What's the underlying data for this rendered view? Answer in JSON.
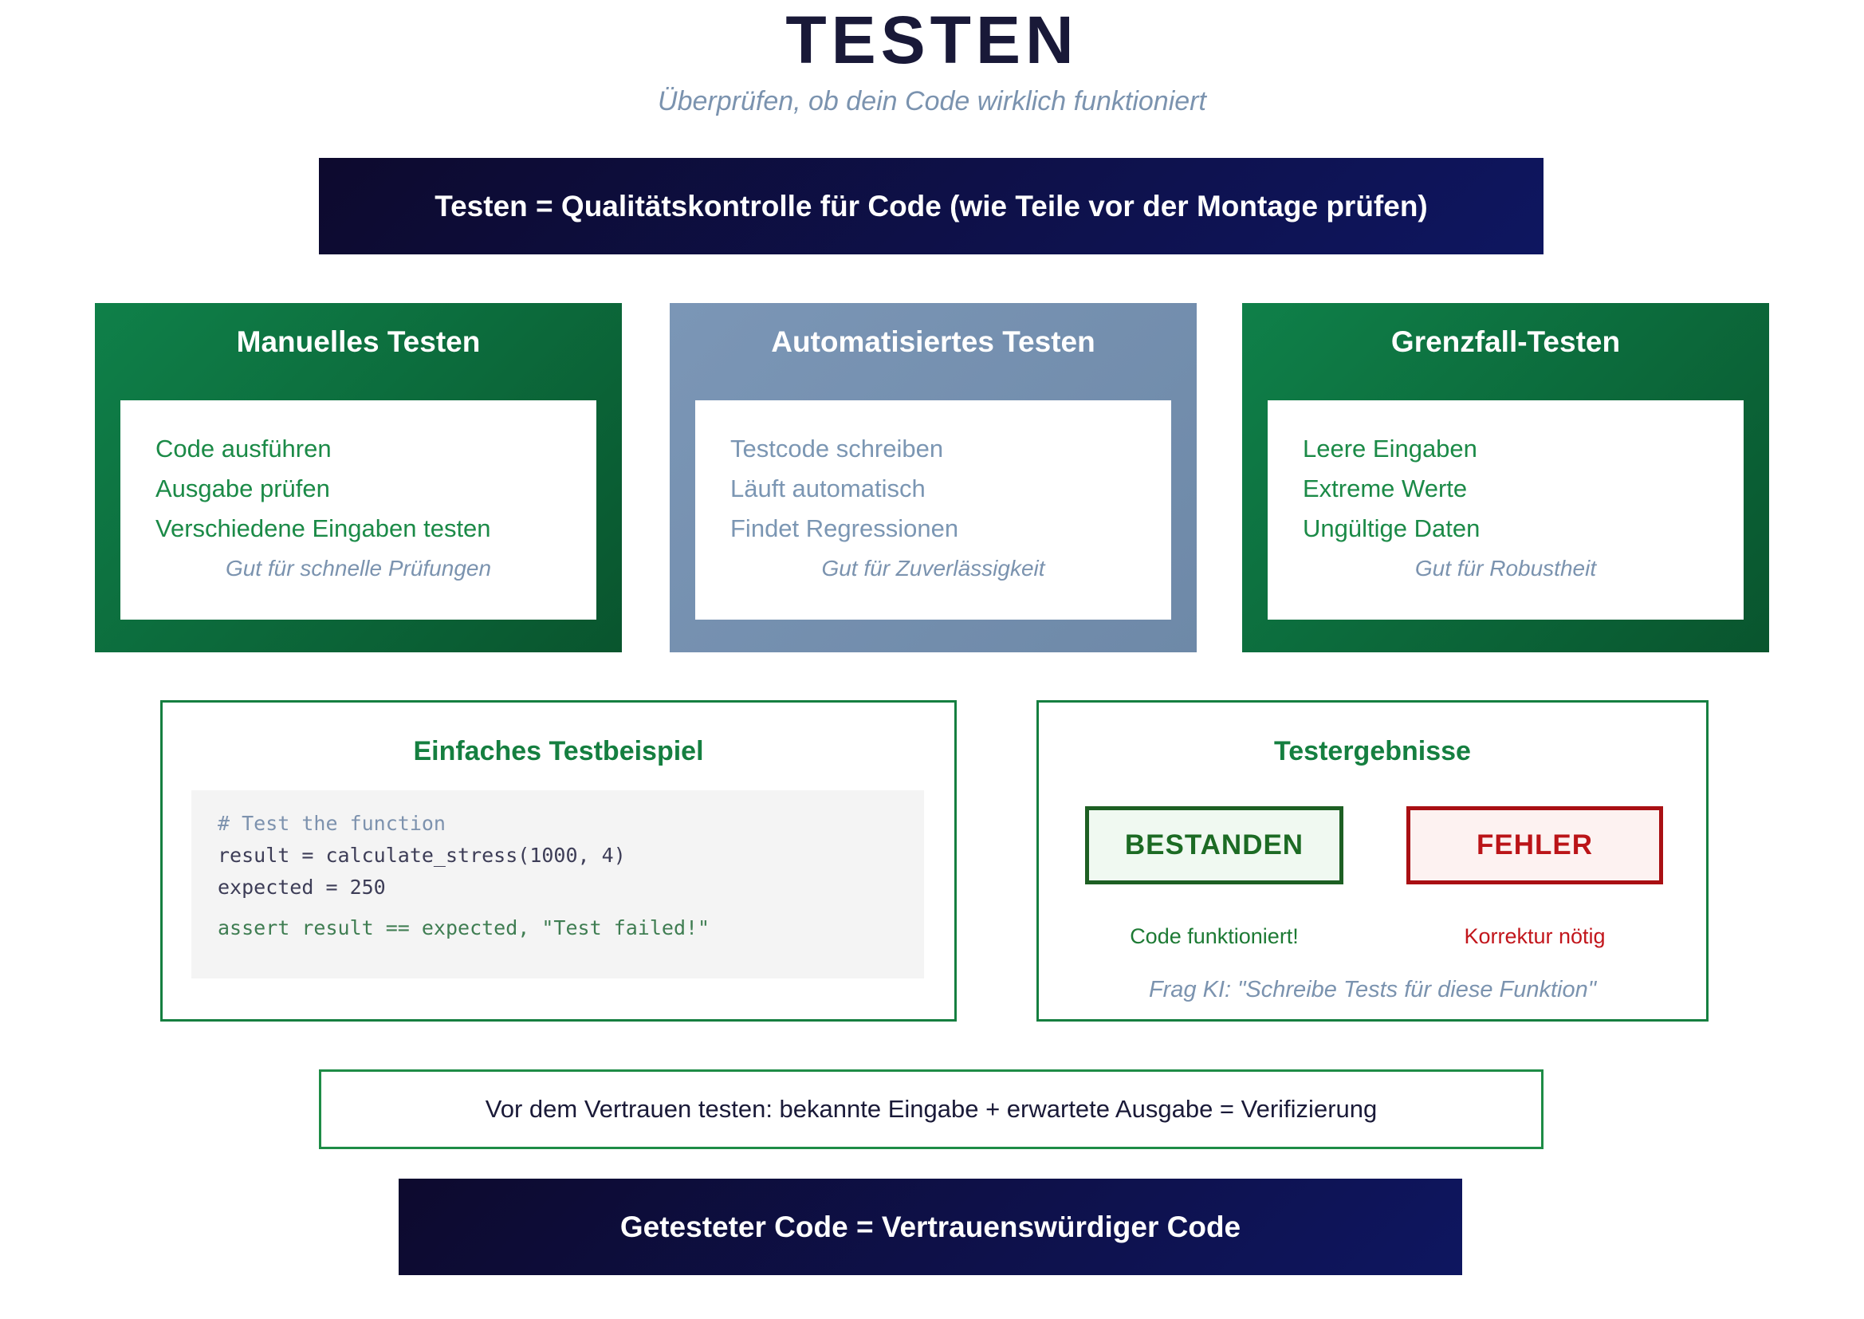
{
  "page": {
    "title": "TESTEN",
    "subtitle": "Überprüfen, ob dein Code wirklich funktioniert"
  },
  "banners": {
    "top": "Testen = Qualitätskontrolle für Code (wie Teile vor der Montage prüfen)",
    "bottom": "Getesteter Code = Vertrauenswürdiger Code"
  },
  "cards": [
    {
      "title": "Manuelles Testen",
      "items": [
        "Code ausführen",
        "Ausgabe prüfen",
        "Verschiedene Eingaben testen"
      ],
      "note": "Gut für schnelle Prüfungen"
    },
    {
      "title": "Automatisiertes Testen",
      "items": [
        "Testcode schreiben",
        "Läuft automatisch",
        "Findet Regressionen"
      ],
      "note": "Gut für Zuverlässigkeit"
    },
    {
      "title": "Grenzfall-Testen",
      "items": [
        "Leere Eingaben",
        "Extreme Werte",
        "Ungültige Daten"
      ],
      "note": "Gut für Robustheit"
    }
  ],
  "example": {
    "title": "Einfaches Testbeispiel",
    "code_lines": [
      {
        "text": "# Test the function",
        "type": "comment"
      },
      {
        "text": "result = calculate_stress(1000, 4)",
        "type": "code"
      },
      {
        "text": "expected = 250",
        "type": "code"
      },
      {
        "text": "assert result == expected, \"Test failed!\"",
        "type": "assert"
      }
    ]
  },
  "results": {
    "title": "Testergebnisse",
    "pass_label": "BESTANDEN",
    "fail_label": "FEHLER",
    "pass_caption": "Code funktioniert!",
    "fail_caption": "Korrektur nötig",
    "note": "Frag KI: \"Schreibe Tests für diese Funktion\""
  },
  "verification_note": "Vor dem Vertrauen testen: bekannte Eingabe + erwartete Ausgabe = Verifizierung",
  "colors": {
    "title_navy": "#191938",
    "subtitle_blue_gray": "#7b93af",
    "banner_gradient_start": "#0d0a2e",
    "banner_gradient_end": "#0e1660",
    "card_green_start": "#0f8049",
    "card_green_end": "#09552e",
    "card_blue_start": "#7b96b6",
    "card_blue_end": "#6e89a8",
    "green_text": "#1b8a47",
    "blue_item_text": "#7b96b3",
    "panel_border_green": "#157f40",
    "code_comment": "#7d92ae",
    "code_text": "#3d3d57",
    "code_assert": "#3f7d52",
    "pass_bg": "#f0f9f1",
    "pass_border": "#1d5f23",
    "pass_text": "#1c6b24",
    "fail_bg": "#fdf2f1",
    "fail_border": "#a90f13",
    "fail_text": "#bb1418"
  }
}
